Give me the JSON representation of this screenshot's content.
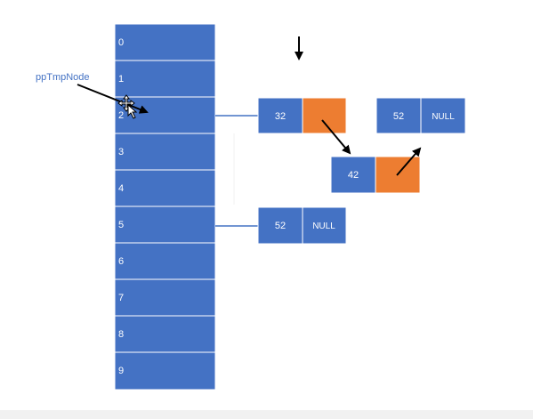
{
  "diagram": {
    "pointer_label": "ppTmpNode",
    "buckets": [
      "0",
      "1",
      "2",
      "3",
      "4",
      "5",
      "6",
      "7",
      "8",
      "9"
    ],
    "nodes": {
      "node_32": {
        "value": "32",
        "next": ""
      },
      "node_42": {
        "value": "42",
        "next": ""
      },
      "node_52_top": {
        "value": "52",
        "next": "NULL"
      },
      "node_52_bucket5": {
        "value": "52",
        "next": "NULL"
      }
    }
  },
  "colors": {
    "box_fill": "#4472c4",
    "box_stroke": "#ffffff",
    "pointer_fill": "#ed7d31",
    "label_text": "#4472c4",
    "arrow": "#000000",
    "connector": "#4472c4"
  },
  "icons": {
    "cursor": "move-cursor-icon",
    "down_arrow": "down-arrow-icon"
  }
}
